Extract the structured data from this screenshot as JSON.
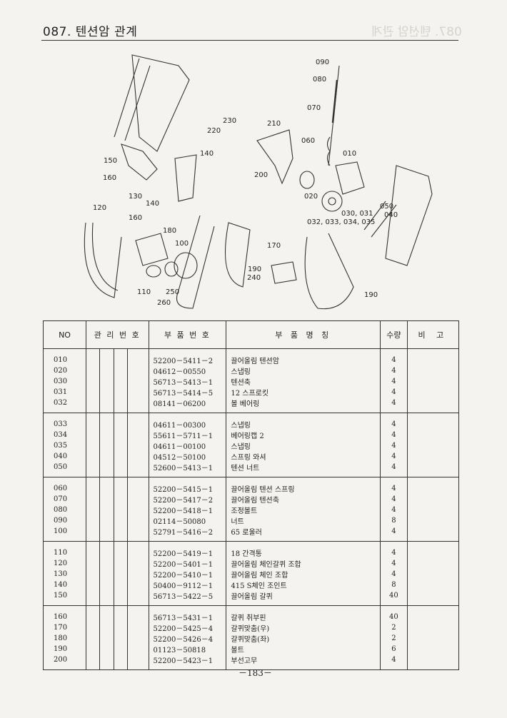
{
  "header": {
    "title": "087. 텐션암 관계"
  },
  "diagram": {
    "callouts": [
      "090",
      "080",
      "070",
      "060",
      "010",
      "050",
      "040",
      "030, 031",
      "032, 033, 034, 035",
      "020",
      "210",
      "230",
      "220",
      "200",
      "150",
      "160",
      "140",
      "130",
      "140",
      "120",
      "160",
      "180",
      "100",
      "170",
      "190",
      "240",
      "190",
      "110",
      "250",
      "260"
    ]
  },
  "table": {
    "headers": {
      "no": "NO",
      "mgmt": "관 리 번 호",
      "part_no": "부 품 번 호",
      "name": "부 품 명 칭",
      "qty": "수량",
      "remarks": "비 고"
    },
    "rows": [
      {
        "no": "010",
        "part_no": "52200－5411－2",
        "name": "끌어올림 텐션암",
        "qty": "4"
      },
      {
        "no": "020",
        "part_no": "04612－00550",
        "name": "스냅링",
        "qty": "4"
      },
      {
        "no": "030",
        "part_no": "56713－5413－1",
        "name": "텐션축",
        "qty": "4"
      },
      {
        "no": "031",
        "part_no": "56713－5414－5",
        "name": "12 스프로킷",
        "qty": "4"
      },
      {
        "no": "032",
        "part_no": "08141－06200",
        "name": "볼 베어링",
        "qty": "4"
      },
      {
        "no": "033",
        "part_no": "04611－00300",
        "name": "스냅링",
        "qty": "4"
      },
      {
        "no": "034",
        "part_no": "55611－5711－1",
        "name": "베어링캡 2",
        "qty": "4"
      },
      {
        "no": "035",
        "part_no": "04611－00100",
        "name": "스냅링",
        "qty": "4"
      },
      {
        "no": "040",
        "part_no": "04512－50100",
        "name": "스프링 와셔",
        "qty": "4"
      },
      {
        "no": "050",
        "part_no": "52600－5413－1",
        "name": "텐션 너트",
        "qty": "4"
      },
      {
        "no": "060",
        "part_no": "52200－5415－1",
        "name": "끌어올림 텐션 스프링",
        "qty": "4"
      },
      {
        "no": "070",
        "part_no": "52200－5417－2",
        "name": "끌어올림 텐션축",
        "qty": "4"
      },
      {
        "no": "080",
        "part_no": "52200－5418－1",
        "name": "조정볼트",
        "qty": "4"
      },
      {
        "no": "090",
        "part_no": "02114－50080",
        "name": "너트",
        "qty": "8"
      },
      {
        "no": "100",
        "part_no": "52791－5416－2",
        "name": "65 로울러",
        "qty": "4"
      },
      {
        "no": "110",
        "part_no": "52200－5419－1",
        "name": "18 간격통",
        "qty": "4"
      },
      {
        "no": "120",
        "part_no": "52200－5401－1",
        "name": "끌어올림 체인갈퀴 조합",
        "qty": "4"
      },
      {
        "no": "130",
        "part_no": "52200－5410－1",
        "name": "끌어올림 체인 조합",
        "qty": "4"
      },
      {
        "no": "140",
        "part_no": "50400－9112－1",
        "name": "415 S체인 조인트",
        "qty": "8"
      },
      {
        "no": "150",
        "part_no": "56713－5422－5",
        "name": "끌어올림 갈퀴",
        "qty": "40"
      },
      {
        "no": "160",
        "part_no": "56713－5431－1",
        "name": "갈퀴 취부핀",
        "qty": "40"
      },
      {
        "no": "170",
        "part_no": "52200－5425－4",
        "name": "갈퀴맞춤(우)",
        "qty": "2"
      },
      {
        "no": "180",
        "part_no": "52200－5426－4",
        "name": "갈퀴맞춤(좌)",
        "qty": "2"
      },
      {
        "no": "190",
        "part_no": "01123－50818",
        "name": "볼트",
        "qty": "6"
      },
      {
        "no": "200",
        "part_no": "52200－5423－1",
        "name": "부선고무",
        "qty": "4"
      }
    ]
  },
  "footer": {
    "page": "－183－"
  }
}
